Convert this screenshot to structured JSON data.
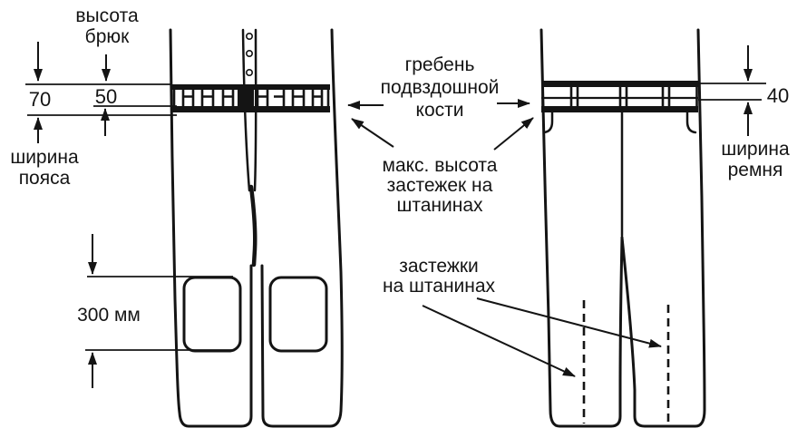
{
  "diagram": {
    "colors": {
      "ink": "#141414",
      "background": "#ffffff"
    },
    "front_view": {
      "trouser_height_label": "высота\nбрюк",
      "waistband_height_mm": "70",
      "belt_height_mm": "50",
      "waist_width_label": "ширина\nпояса",
      "pocket_zone_height": "300 мм"
    },
    "annotations": {
      "iliac_crest": "гребень\nподвздошной\nкости",
      "max_fastener_height": "макс. высота\nзастежек на\nштанинах",
      "leg_fasteners": "застежки\nна штанинах"
    },
    "back_view": {
      "belt_width_mm": "40",
      "belt_width_label": "ширина\nремня"
    }
  }
}
